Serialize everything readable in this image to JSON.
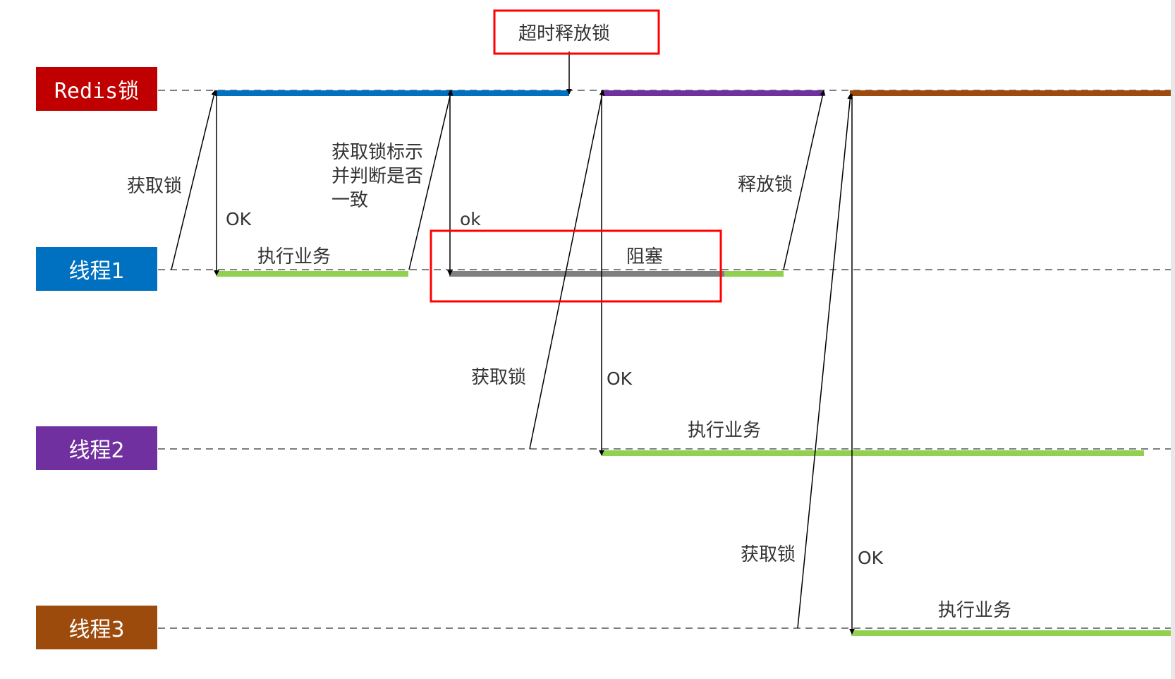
{
  "lanes": {
    "redis": {
      "label": "Redis锁",
      "color": "#c00000"
    },
    "thread1": {
      "label": "线程1",
      "color": "#0070c0"
    },
    "thread2": {
      "label": "线程2",
      "color": "#7030a0"
    },
    "thread3": {
      "label": "线程3",
      "color": "#9c4b0c"
    }
  },
  "lock_segments": [
    {
      "holder": "thread1",
      "color": "#0070c0"
    },
    {
      "holder": "thread2",
      "color": "#7030a0"
    },
    {
      "holder": "thread3",
      "color": "#9c4b0c"
    }
  ],
  "activity_colors": {
    "executing": "#92d050",
    "blocked": "#808080",
    "highlight": "#ff0000"
  },
  "labels": {
    "timeout_release": "超时释放锁",
    "t1_acquire": "获取锁",
    "t1_ok": "OK",
    "t1_execute": "执行业务",
    "t1_check_line1": "获取锁标示",
    "t1_check_line2": "并判断是否",
    "t1_check_line3": "一致",
    "t1_check_ok": "ok",
    "t1_blocked": "阻塞",
    "t1_release": "释放锁",
    "t2_acquire": "获取锁",
    "t2_ok": "OK",
    "t2_execute": "执行业务",
    "t3_acquire": "获取锁",
    "t3_ok": "OK",
    "t3_execute": "执行业务"
  }
}
